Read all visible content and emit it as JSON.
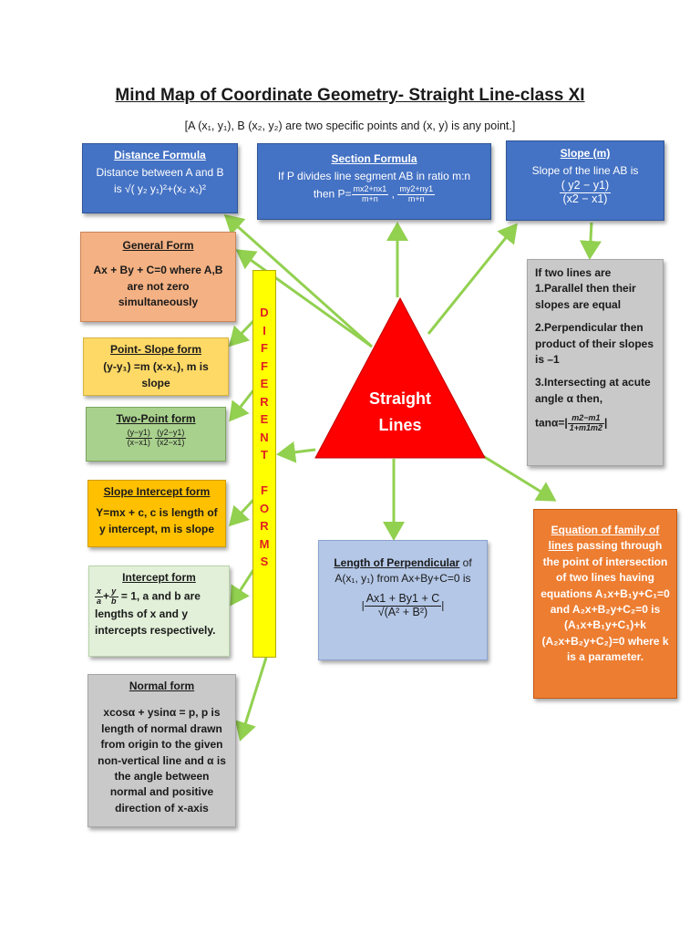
{
  "title": "Mind Map of Coordinate Geometry- Straight Line-class XI",
  "subtitle": "[A (x₁, y₁), B (x₂, y₂) are two specific points and (x, y) is any point.]",
  "center": {
    "line1": "Straight",
    "line2": "Lines"
  },
  "band_letters": [
    "D",
    "I",
    "F",
    "F",
    "E",
    "R",
    "E",
    "N",
    "T",
    "",
    "F",
    "O",
    "R",
    "M",
    "S"
  ],
  "distance": {
    "heading": "Distance Formula",
    "line1": "Distance between A and B",
    "line2": "is √( y₂ y₁)²+(x₂ x₁)²"
  },
  "section": {
    "heading": "Section Formula",
    "line1": "If P divides line segment AB in ratio m:n",
    "then": "then P=",
    "fx_num": "mx2+nx1",
    "fx_den": "m+n",
    "fy_num": "my2+ny1",
    "fy_den": "m+n"
  },
  "slope": {
    "heading": "Slope (m)",
    "line1": "Slope of the line AB is",
    "num": "( y2 − y1)",
    "den": "(x2 − x1)"
  },
  "general": {
    "heading": "General Form",
    "body": "Ax + By + C=0 where A,B are not zero simultaneously"
  },
  "point_slope": {
    "heading": "Point- Slope form",
    "body": "(y-y₁) =m (x-x₁), m is slope"
  },
  "two_point": {
    "heading": "Two-Point form",
    "n1": "(y−y1)",
    "d1": "(x−x1)",
    "n2": "(y2−y1)",
    "d2": "(x2−x1)"
  },
  "slope_intercept": {
    "heading": "Slope Intercept form",
    "body": "Y=mx + c, c is length of y intercept, m is slope"
  },
  "intercept": {
    "heading": "Intercept form",
    "nx": "x",
    "dx": "a",
    "ny": "y",
    "dy": "b",
    "rest": "= 1, a and b are lengths of x and y intercepts respectively."
  },
  "normal": {
    "heading": "Normal form",
    "body": "xcosα + ysinα = p, p is length of normal drawn from origin to the given non-vertical line and α is the angle between normal and positive direction of x-axis"
  },
  "perpendicular": {
    "heading": "Length of Perpendicular",
    "suffix": " of",
    "line2": "A(x₁, y₁)  from Ax+By+C=0  is",
    "num": "Ax1 + By1 + C",
    "den": "√(A² + B²)"
  },
  "two_lines": {
    "intro": "If two lines are",
    "p1": "1.Parallel then their slopes are equal",
    "p2": "2.Perpendicular then product of their slopes is –1",
    "p3": "3.Intersecting at acute angle α then,",
    "tan": "tanα=|",
    "num": "m2−m1",
    "den": "1+m1m2",
    "close": "|"
  },
  "family": {
    "heading": "Equation of family of lines",
    "body": " passing through the point of intersection of two lines having equations A₁x+B₁y+C₁=0 and A₂x+B₂y+C₂=0 is (A₁x+B₁y+C₁)+k (A₂x+B₂y+C₂)=0 where k is a parameter."
  },
  "colors": {
    "arrow": "#92d050",
    "triangle": "#ff0000",
    "band": "#ffff00",
    "band_text": "#e02020"
  }
}
